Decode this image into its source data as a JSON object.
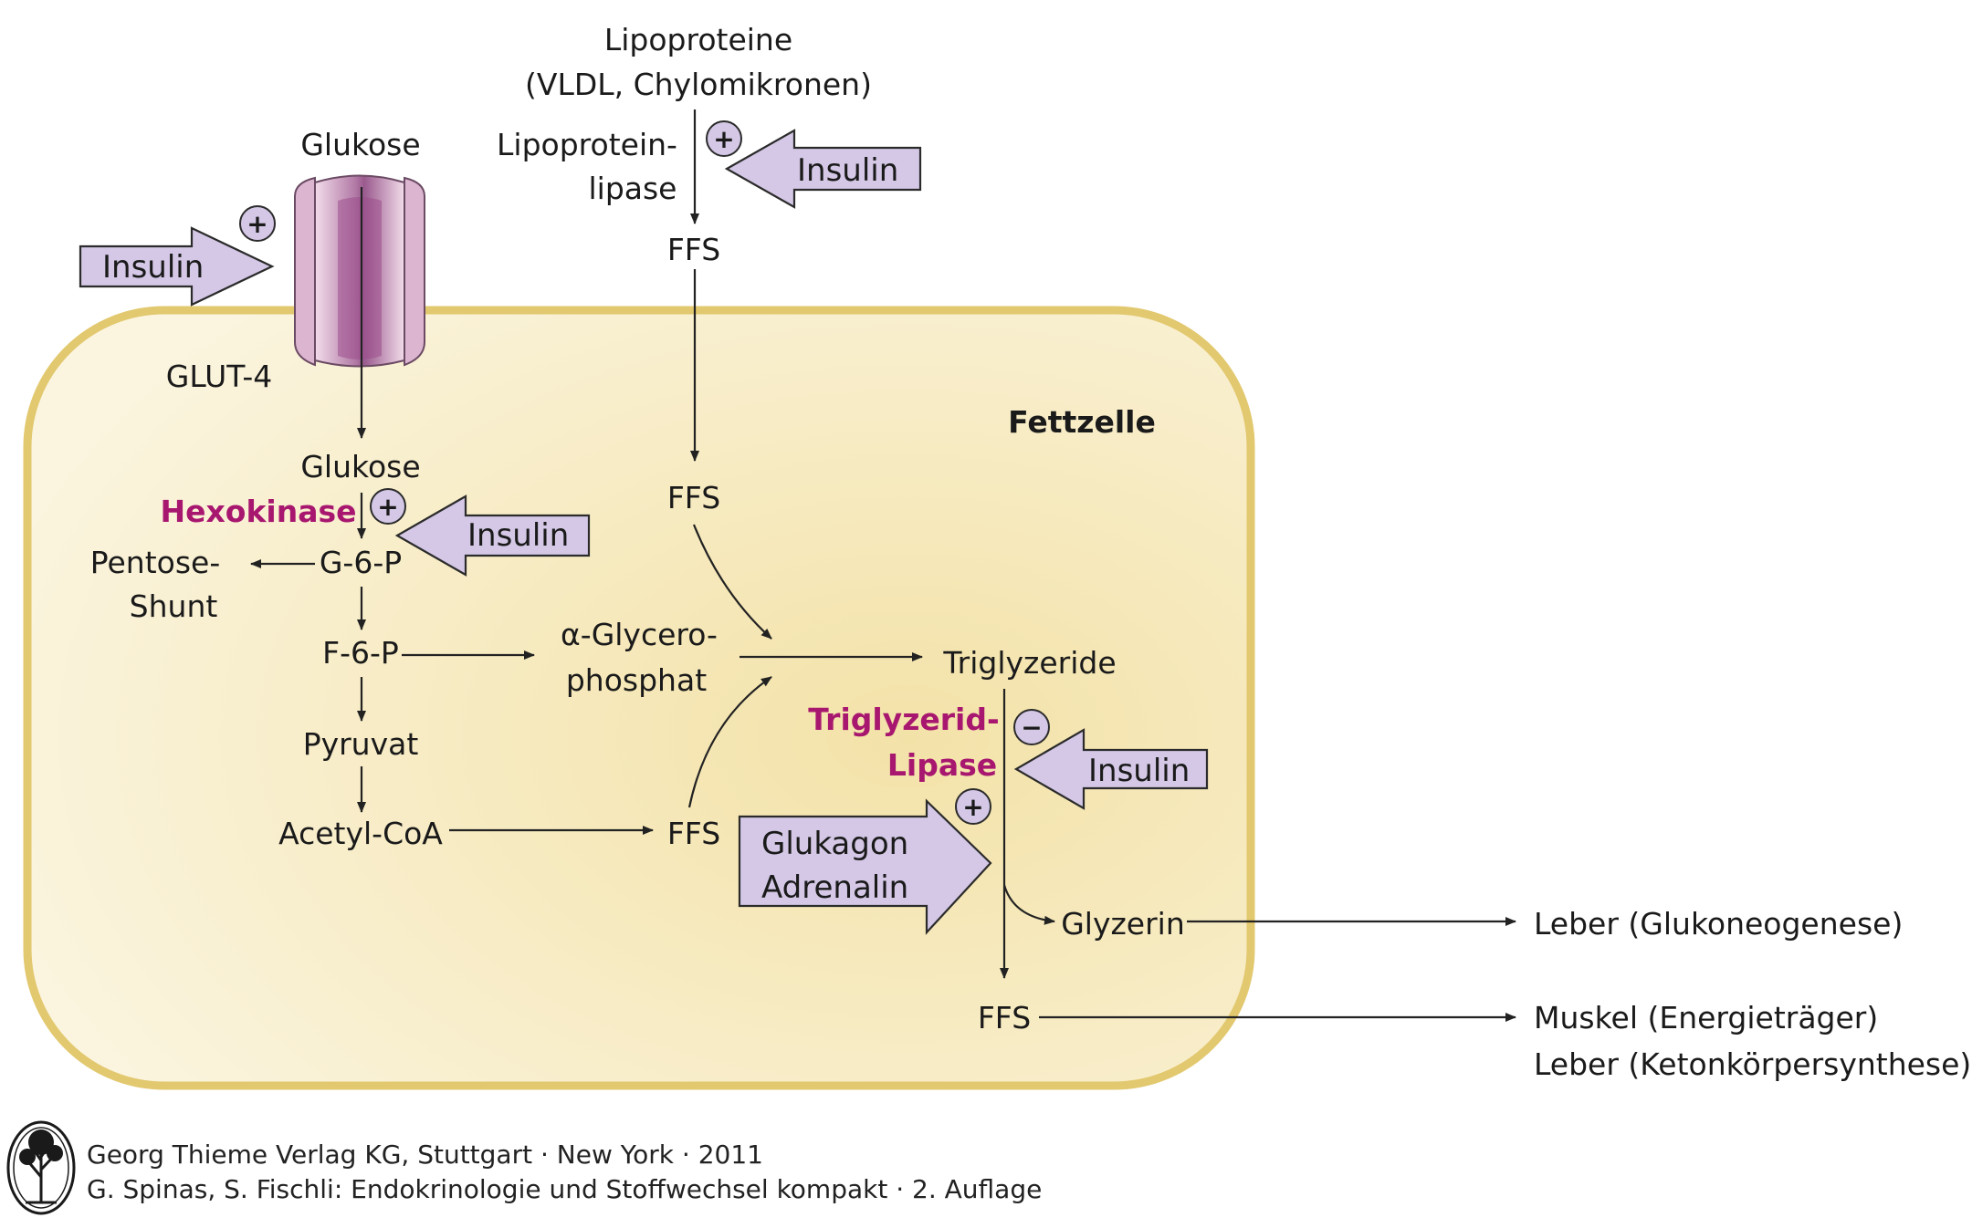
{
  "colors": {
    "cell_fill": "#f7edc4",
    "cell_stroke": "#e0c875",
    "enzyme": "#a8176f",
    "hormone_arrow": "#d4c8e6",
    "transporter": "#b68aae"
  },
  "labels": {
    "lipoproteine": "Lipoproteine",
    "vldl": "(VLDL, Chylomikronen)",
    "lpl_1": "Lipoprotein-",
    "lpl_2": "lipase",
    "glukose_out": "Glukose",
    "glut4": "GLUT-4",
    "ffs_top": "FFS",
    "fettzelle": "Fettzelle",
    "glukose_in": "Glukose",
    "ffs_mid": "FFS",
    "hexokinase": "Hexokinase",
    "g6p": "G-6-P",
    "pentose_1": "Pentose-",
    "pentose_2": "Shunt",
    "f6p": "F-6-P",
    "glycero_1": "α-Glycero-",
    "glycero_2": "phosphat",
    "triglyzeride": "Triglyzeride",
    "pyruvat": "Pyruvat",
    "tgl_1": "Triglyzerid-",
    "tgl_2": "Lipase",
    "acetyl": "Acetyl-CoA",
    "ffs_low": "FFS",
    "glyzerin": "Glyzerin",
    "ffs_out": "FFS",
    "leber_glu": "Leber (Glukoneogenese)",
    "muskel": "Muskel (Energieträger)",
    "leber_keto": "Leber (Ketonkörpersynthese)"
  },
  "hormones": {
    "insulin_glut": "Insulin",
    "insulin_lpl": "Insulin",
    "insulin_hexo": "Insulin",
    "insulin_tgl": "Insulin",
    "glukagon": "Glukagon",
    "adrenalin": "Adrenalin"
  },
  "signs": {
    "plus": "+",
    "minus": "−"
  },
  "footer": {
    "line1": "Georg Thieme Verlag KG, Stuttgart · New York · 2011",
    "line2": "G. Spinas, S. Fischli: Endokrinologie und Stoffwechsel kompakt · 2. Auflage",
    "logo": "publisher-tree-logo"
  }
}
